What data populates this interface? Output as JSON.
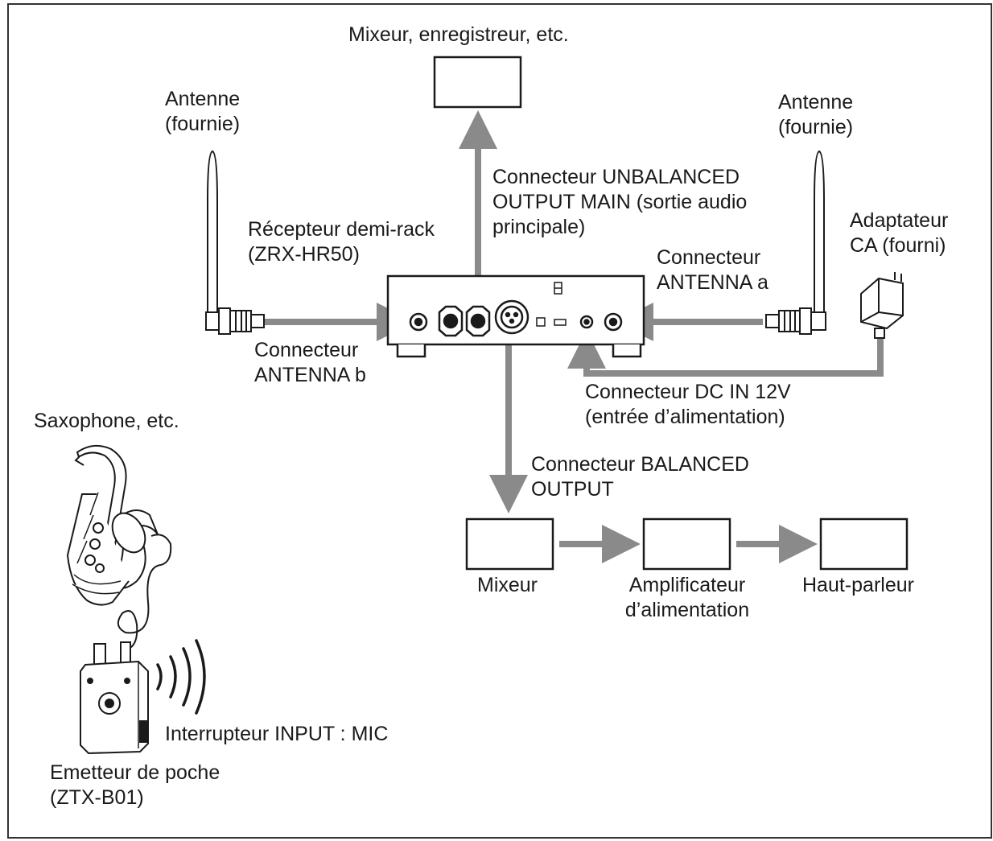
{
  "colors": {
    "arrow": "#8a8a8a",
    "line": "#1a1a1a",
    "background": "#ffffff"
  },
  "labels": {
    "mixer_recorder": "Mixeur, enregistreur, etc.",
    "antenna_left": [
      "Antenne",
      "(fournie)"
    ],
    "antenna_right": [
      "Antenne",
      "(fournie)"
    ],
    "receiver": [
      "Récepteur demi-rack",
      "(ZRX-HR50)"
    ],
    "unbalanced_output": [
      "Connecteur UNBALANCED",
      "OUTPUT MAIN (sortie audio",
      "principale)"
    ],
    "ac_adapter": [
      "Adaptateur",
      "CA (fourni)"
    ],
    "antenna_a_connector": [
      "Connecteur",
      "ANTENNA a"
    ],
    "antenna_b_connector": [
      "Connecteur",
      "ANTENNA b"
    ],
    "dc_in": [
      "Connecteur DC IN 12V",
      "(entrée d’alimentation)"
    ],
    "saxophone": "Saxophone, etc.",
    "balanced_output": [
      "Connecteur BALANCED",
      "OUTPUT"
    ],
    "mixer": "Mixeur",
    "amplifier": [
      "Amplificateur",
      "d’alimentation"
    ],
    "speaker": "Haut-parleur",
    "input_switch": "Interrupteur INPUT : MIC",
    "transmitter": [
      "Emetteur de poche",
      "(ZTX-B01)"
    ]
  },
  "icons": [
    "antenna-icon",
    "ac-adapter-icon",
    "receiver-unit-icon",
    "saxophone-icon",
    "bodypack-transmitter-icon",
    "wireless-signal-icon"
  ]
}
